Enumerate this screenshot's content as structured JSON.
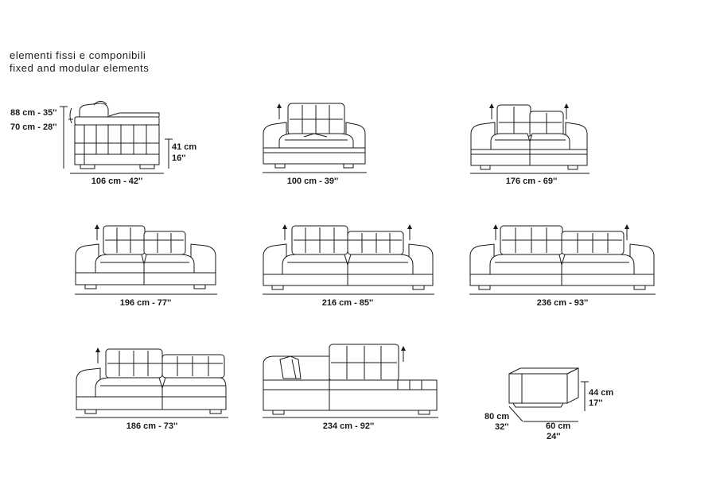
{
  "title": {
    "line1": "elementi fissi e componibili",
    "line2": "fixed and modular elements"
  },
  "modules": [
    {
      "id": "armchair-side",
      "width": "106 cm - 42''",
      "height_high": "88 cm - 35''",
      "height_low": "70 cm - 28''",
      "seat_height_cm": "41 cm",
      "seat_height_in": "16''"
    },
    {
      "id": "armchair",
      "width": "100 cm - 39''"
    },
    {
      "id": "sofa-2-small",
      "width": "176 cm - 69''"
    },
    {
      "id": "sofa-2",
      "width": "196 cm - 77''"
    },
    {
      "id": "sofa-2-large",
      "width": "216 cm - 85''"
    },
    {
      "id": "sofa-2-xl",
      "width": "236 cm - 93''"
    },
    {
      "id": "sofa-one-arm",
      "width": "186 cm - 73''"
    },
    {
      "id": "sofa-chaise",
      "width": "234 cm - 92''"
    },
    {
      "id": "pouf",
      "height_cm": "44 cm",
      "height_in": "17''",
      "depth_cm": "80 cm",
      "depth_in": "32''",
      "width_cm": "60 cm",
      "width_in": "24''"
    }
  ]
}
